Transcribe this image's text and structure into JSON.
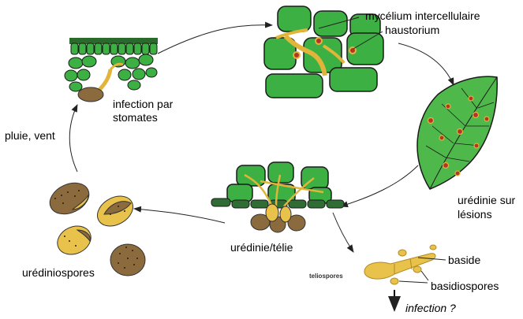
{
  "labels": {
    "mycelium": "mycélium intercellulaire",
    "haustorium": "haustorium",
    "infection_stomata_l1": "infection par",
    "infection_stomata_l2": "stomates",
    "rain_wind": "pluie, vent",
    "uredinia_l1": "urédinie sur",
    "uredinia_l2": "lésions",
    "uredinia_telia": "urédinie/télie",
    "urediniospores": "urédiniospores",
    "teliospores": "teliospores",
    "baside": "baside",
    "basidiospores": "basidiospores",
    "infection_q": "infection ?"
  },
  "colors": {
    "leaf_cell": "#3cb043",
    "cell_outline": "#1a1a1a",
    "hypha": "#e0b53a",
    "spore_brown": "#8b6a3e",
    "spore_yellow": "#e8c24a",
    "lesion": "#b5342a",
    "leaf": "#4fb84a"
  }
}
